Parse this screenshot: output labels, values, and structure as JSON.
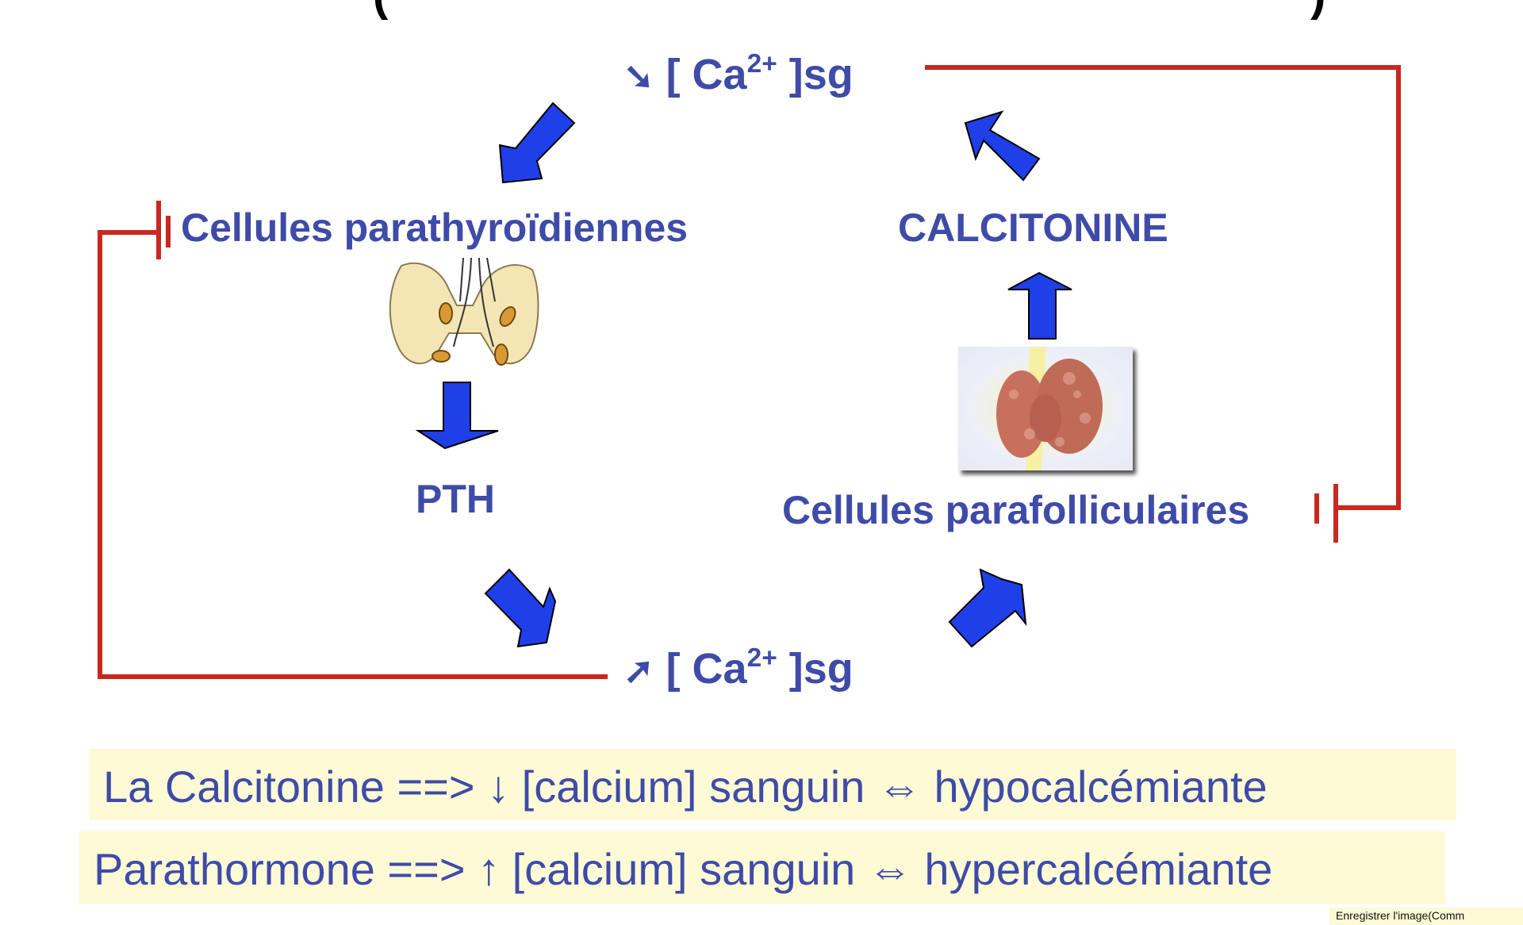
{
  "title_cut": {
    "left_paren": "(",
    "right_paren": ")"
  },
  "nodes": {
    "ca_low": {
      "arrow_glyph": "➘",
      "prefix": "[ Ca",
      "sup": "2+",
      "suffix": " ]sg"
    },
    "ca_high": {
      "arrow_glyph": "➚",
      "prefix": "[ Ca",
      "sup": "2+",
      "suffix": " ]sg"
    },
    "parathyroid_cells": "Cellules parathyroïdiennes",
    "pth": "PTH",
    "calcitonin": "CALCITONINE",
    "parafollicular_cells": "Cellules parafolliculaires"
  },
  "images": {
    "parathyroid": "parathyroid-gland-illustration",
    "thyroid": "thyroid-gland-photo"
  },
  "summary": [
    {
      "text": "La Calcitonine ==> ↓ [calcium] sanguin ⇔ hypocalcémiante"
    },
    {
      "text": "Parathormone ==> ↑ [calcium] sanguin ⇔ hypercalcémiante"
    }
  ],
  "tooltip": "Enregistrer l'image(Comm",
  "colors": {
    "text": "#3f4ba8",
    "arrow_fill": "#1f3fe8",
    "inhibit_line": "#c8281f",
    "summary_bg": "#fdfad6"
  }
}
